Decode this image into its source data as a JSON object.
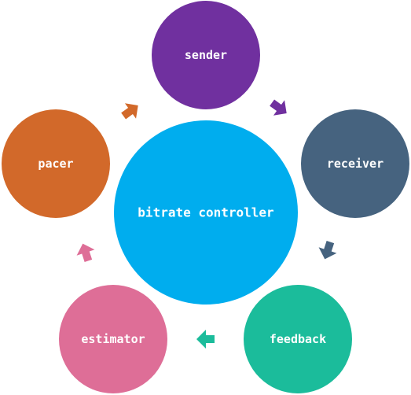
{
  "center": {
    "label": "bitrate controller",
    "color": "#00ADEE"
  },
  "nodes": [
    {
      "id": "sender",
      "label": "sender",
      "color": "#70309F"
    },
    {
      "id": "receiver",
      "label": "receiver",
      "color": "#46637F"
    },
    {
      "id": "feedback",
      "label": "feedback",
      "color": "#1BBC9B"
    },
    {
      "id": "estimator",
      "label": "estimator",
      "color": "#DE6E97"
    },
    {
      "id": "pacer",
      "label": "pacer",
      "color": "#D2692A"
    }
  ],
  "arrows": [
    {
      "from": "sender",
      "to": "receiver",
      "color": "#70309F"
    },
    {
      "from": "receiver",
      "to": "feedback",
      "color": "#46637F"
    },
    {
      "from": "feedback",
      "to": "estimator",
      "color": "#1BBC9B"
    },
    {
      "from": "estimator",
      "to": "pacer",
      "color": "#DE6E97"
    },
    {
      "from": "pacer",
      "to": "sender",
      "color": "#D2692A"
    }
  ]
}
